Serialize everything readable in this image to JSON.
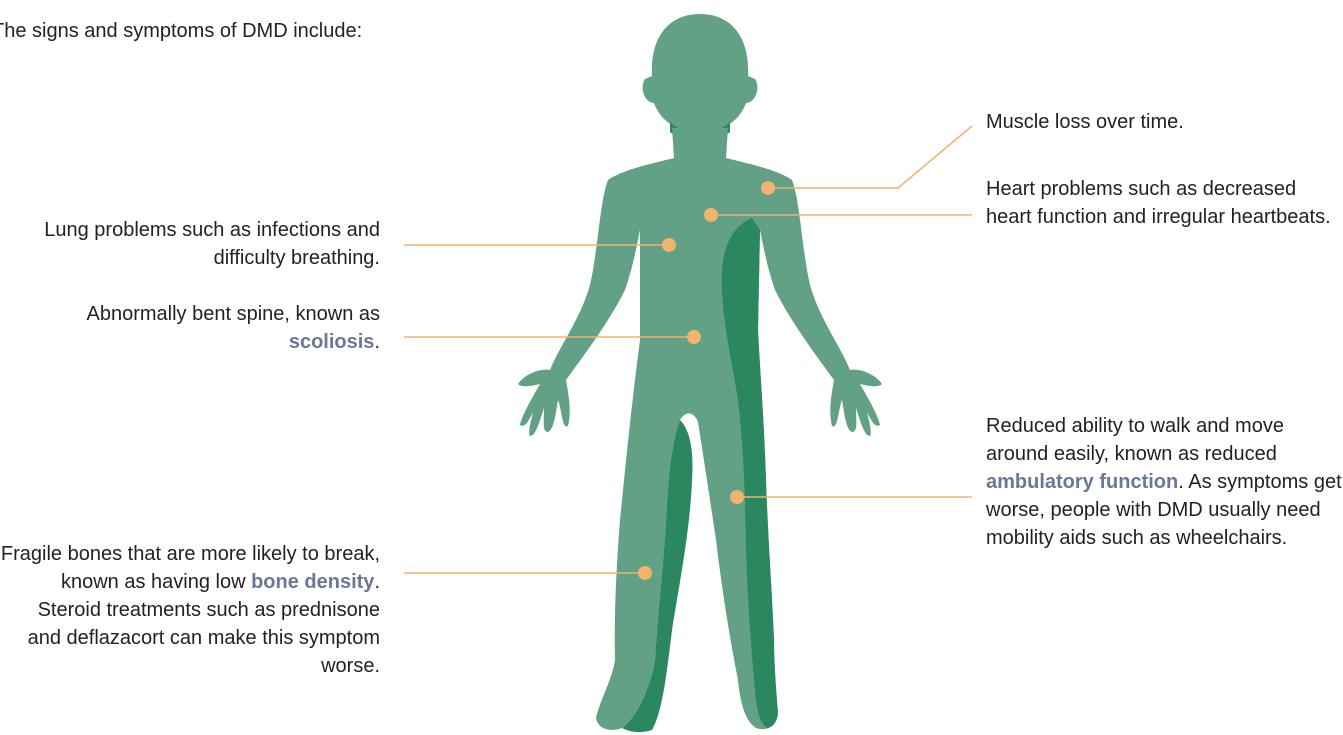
{
  "intro": "The signs and symptoms of DMD include:",
  "colors": {
    "body_fill": "#63a186",
    "body_shadow": "#2a8760",
    "pointer": "#f2b36f",
    "term": "#6a7898"
  },
  "callouts": {
    "lung": {
      "text": "Lung problems such as infections and difficulty breathing."
    },
    "spine": {
      "before": "Abnormally bent spine, known as ",
      "term": "scoliosis",
      "after": "."
    },
    "bones": {
      "before": "Fragile bones that are more likely to break, known as having low ",
      "term": "bone density",
      "after": ". Steroid treatments such as prednisone and deflazacort can make this symptom worse."
    },
    "muscle": {
      "text": "Muscle loss over time."
    },
    "heart": {
      "text": "Heart problems such as decreased heart function and irregular heartbeats."
    },
    "walk": {
      "before": "Reduced ability to walk and move around easily, known as reduced ",
      "term": "ambulatory function",
      "after": ". As symptoms get worse, people with DMD usually need mobility aids such as wheelchairs."
    }
  }
}
